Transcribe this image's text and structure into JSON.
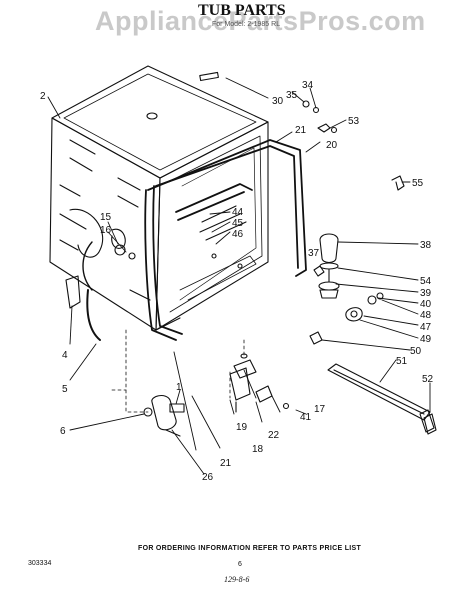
{
  "watermark": "AppliancePartsPros.com",
  "title": "TUB PARTS",
  "subtitle": "For Model: 2-1985 RL",
  "callouts": [
    "1",
    "2",
    "4",
    "5",
    "6",
    "15",
    "16",
    "17",
    "18",
    "19",
    "20",
    "21",
    "21",
    "22",
    "26",
    "30",
    "34",
    "35",
    "37",
    "38",
    "39",
    "40",
    "41",
    "44",
    "45",
    "46",
    "47",
    "48",
    "49",
    "50",
    "51",
    "52",
    "53",
    "54",
    "55"
  ],
  "footer": {
    "ordering_note": "FOR ORDERING INFORMATION REFER TO PARTS PRICE LIST",
    "doc_number": "303334",
    "page_number": "6",
    "handwritten_code": "129-8-6"
  }
}
